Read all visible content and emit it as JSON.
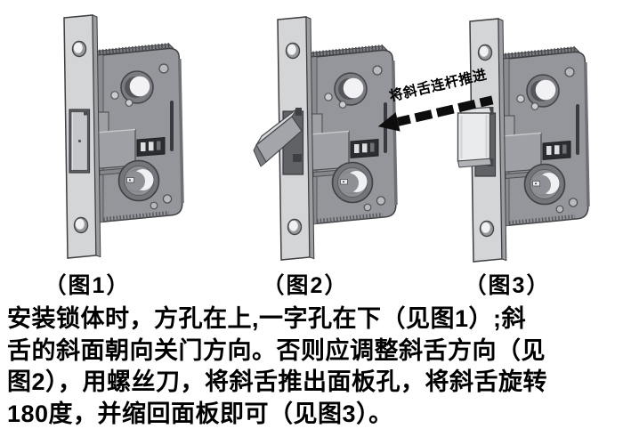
{
  "figures": [
    {
      "label": "（图1）",
      "latch_state": "retracted"
    },
    {
      "label": "（图2）",
      "latch_state": "extended-bevel-out"
    },
    {
      "label": "（图3）",
      "latch_state": "extended-rotated-flat"
    }
  ],
  "annotation": {
    "arrow_text": "将斜舌连杆推进",
    "arrow_direction": "left"
  },
  "instructions": {
    "lines": [
      "安装锁体时，方孔在上,一字孔在下（见图1）;斜",
      "舌的斜面朝向关门方向。否则应调整斜舌方向（见",
      "图2），用螺丝刀，将斜舌推出面板孔，将斜舌旋转",
      "180度，并缩回面板即可（见图3）。"
    ]
  },
  "colors": {
    "background": "#ffffff",
    "faceplate": "#d4d5d7",
    "lock_body": "#95969b",
    "outline": "#3d3e41",
    "text": "#000000"
  }
}
